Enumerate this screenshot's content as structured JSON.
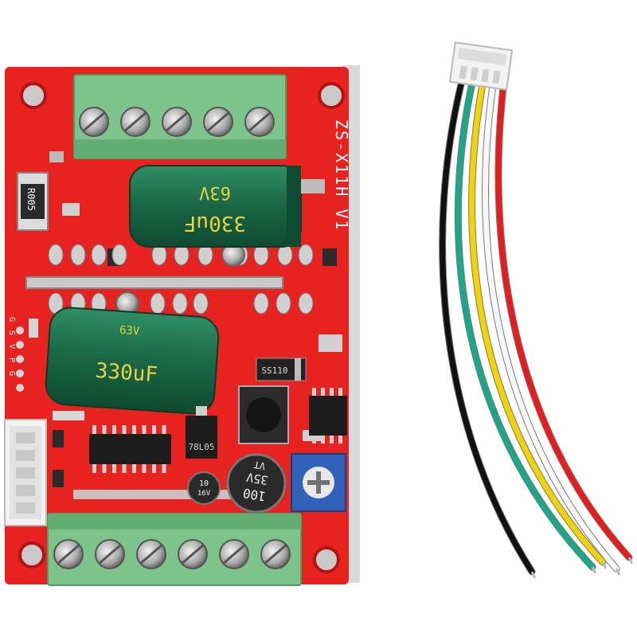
{
  "board": {
    "model_label": "ZS-X11H V1",
    "resistor_label": "R005",
    "cap_large_value": "330uF",
    "cap_large_voltage": "63V",
    "cap_small_value": "100",
    "cap_small_voltage": "35V",
    "cap_small_tag": "VT",
    "cap_tiny_value": "10",
    "cap_tiny_voltage": "16V",
    "regulator_label": "78L05",
    "diode_label": "SS110",
    "pin_labels": [
      "G",
      "S",
      "V",
      "P",
      "G"
    ],
    "colors": {
      "pcb": "#e8221f",
      "terminal": "#7cc48a",
      "capacitor": "#1f6e4c",
      "cap_text": "#e8d43a",
      "potentiometer": "#2f62b8"
    }
  },
  "cable": {
    "wire_colors": [
      "#111111",
      "#18a88a",
      "#f3d400",
      "#f7f7f7",
      "#e81c1c"
    ],
    "connector_color": "#f2f2f2"
  }
}
